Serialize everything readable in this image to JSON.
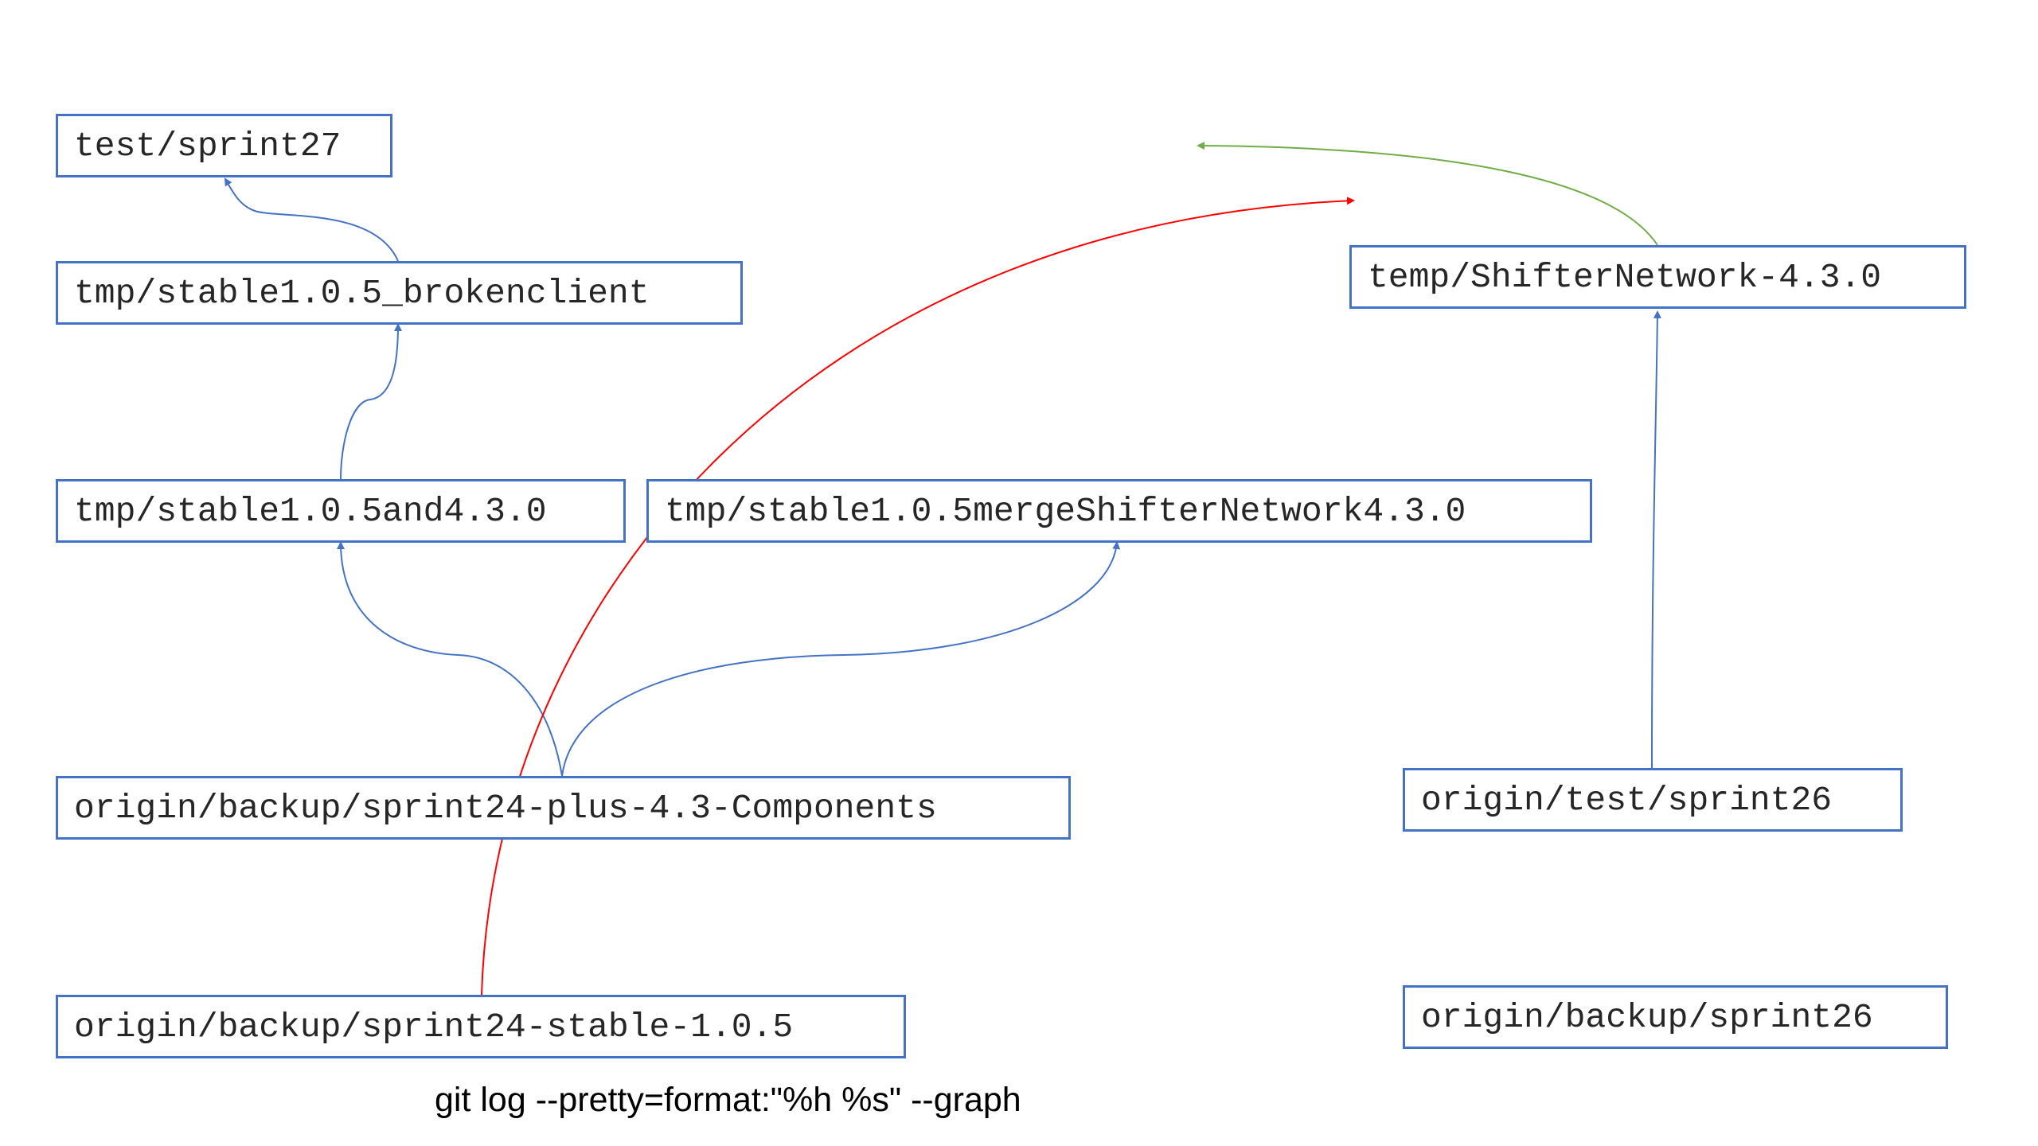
{
  "nodes": {
    "test_sprint27": "test/sprint27",
    "tmp_brokenclient": "tmp/stable1.0.5_brokenclient",
    "tmp_stable_and_430": "tmp/stable1.0.5and4.3.0",
    "tmp_merge_shifter": "tmp/stable1.0.5mergeShifterNetwork4.3.0",
    "backup_plus_components": "origin/backup/sprint24-plus-4.3-Components",
    "backup_stable_105": "origin/backup/sprint24-stable-1.0.5",
    "temp_shifter_network": "temp/ShifterNetwork-4.3.0",
    "test_sprint26": "origin/test/sprint26",
    "backup_sprint26": "origin/backup/sprint26"
  },
  "caption": "git log --pretty=format:\"%h %s\" --graph",
  "colors": {
    "box_border": "#4472c4",
    "edge_blue": "#4472c4",
    "edge_red": "#ff0000",
    "edge_green": "#70ad47"
  }
}
